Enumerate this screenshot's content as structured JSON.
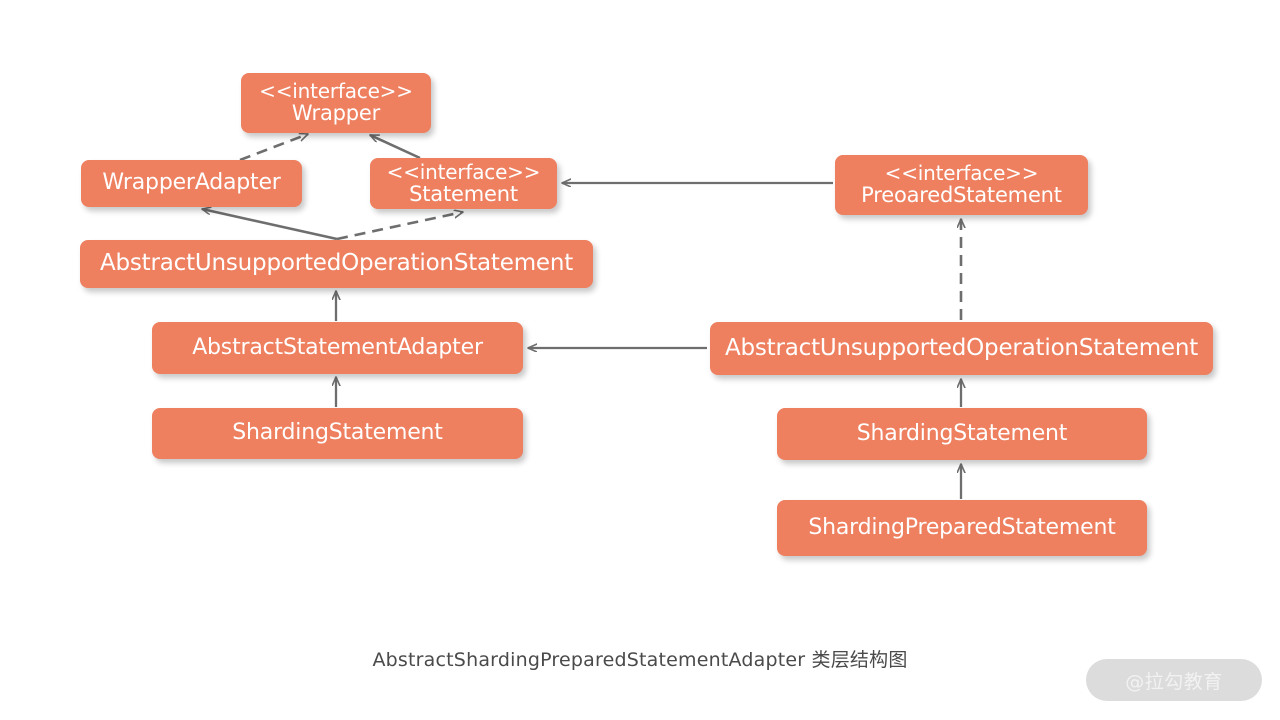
{
  "diagram": {
    "title": "AbstractShardingPreparedStatementAdapter 类层结构图",
    "box_fill_color": "#ee7f5f",
    "box_text_color": "#ffffff",
    "edge_color": "#6e6e6e",
    "background_color": "#ffffff",
    "stereotype_label": "<<interface>>",
    "nodes": [
      {
        "id": "wrapper",
        "stereotype": "<<interface>>",
        "name": "Wrapper",
        "kind": "interface"
      },
      {
        "id": "wrapper-adapter",
        "stereotype": "",
        "name": "WrapperAdapter",
        "kind": "class"
      },
      {
        "id": "statement",
        "stereotype": "<<interface>>",
        "name": "Statement",
        "kind": "interface"
      },
      {
        "id": "preoared-statement",
        "stereotype": "<<interface>>",
        "name": "PreoaredStatement",
        "kind": "interface"
      },
      {
        "id": "abstract-unsupported-operation-statement-left",
        "stereotype": "",
        "name": "AbstractUnsupportedOperationStatement",
        "kind": "class"
      },
      {
        "id": "abstract-statement-adapter",
        "stereotype": "",
        "name": "AbstractStatementAdapter",
        "kind": "class"
      },
      {
        "id": "sharding-statement-left",
        "stereotype": "",
        "name": "ShardingStatement",
        "kind": "class"
      },
      {
        "id": "abstract-unsupported-operation-statement-right",
        "stereotype": "",
        "name": "AbstractUnsupportedOperationStatement",
        "kind": "class"
      },
      {
        "id": "sharding-statement-right",
        "stereotype": "",
        "name": "ShardingStatement",
        "kind": "class"
      },
      {
        "id": "sharding-prepared-statement",
        "stereotype": "",
        "name": "ShardingPreparedStatement",
        "kind": "class"
      }
    ],
    "edges": [
      {
        "from": "wrapper-adapter",
        "to": "wrapper",
        "style": "dashed",
        "relation": "realization"
      },
      {
        "from": "abstract-unsupported-operation-statement-left",
        "to": "wrapper-adapter",
        "style": "solid",
        "relation": "generalization"
      },
      {
        "from": "abstract-unsupported-operation-statement-left",
        "to": "statement",
        "style": "dashed",
        "relation": "realization"
      },
      {
        "from": "statement",
        "to": "wrapper",
        "style": "solid",
        "relation": "generalization"
      },
      {
        "from": "preoared-statement",
        "to": "statement",
        "style": "solid",
        "relation": "generalization"
      },
      {
        "from": "abstract-statement-adapter",
        "to": "abstract-unsupported-operation-statement-left",
        "style": "solid",
        "relation": "generalization"
      },
      {
        "from": "sharding-statement-left",
        "to": "abstract-statement-adapter",
        "style": "solid",
        "relation": "generalization"
      },
      {
        "from": "abstract-unsupported-operation-statement-right",
        "to": "abstract-statement-adapter",
        "style": "solid",
        "relation": "generalization"
      },
      {
        "from": "abstract-unsupported-operation-statement-right",
        "to": "preoared-statement",
        "style": "dashed",
        "relation": "realization"
      },
      {
        "from": "sharding-statement-right",
        "to": "abstract-unsupported-operation-statement-right",
        "style": "solid",
        "relation": "generalization"
      },
      {
        "from": "sharding-prepared-statement",
        "to": "sharding-statement-right",
        "style": "solid",
        "relation": "generalization"
      }
    ]
  },
  "watermark": {
    "text": "@拉勾教育"
  }
}
